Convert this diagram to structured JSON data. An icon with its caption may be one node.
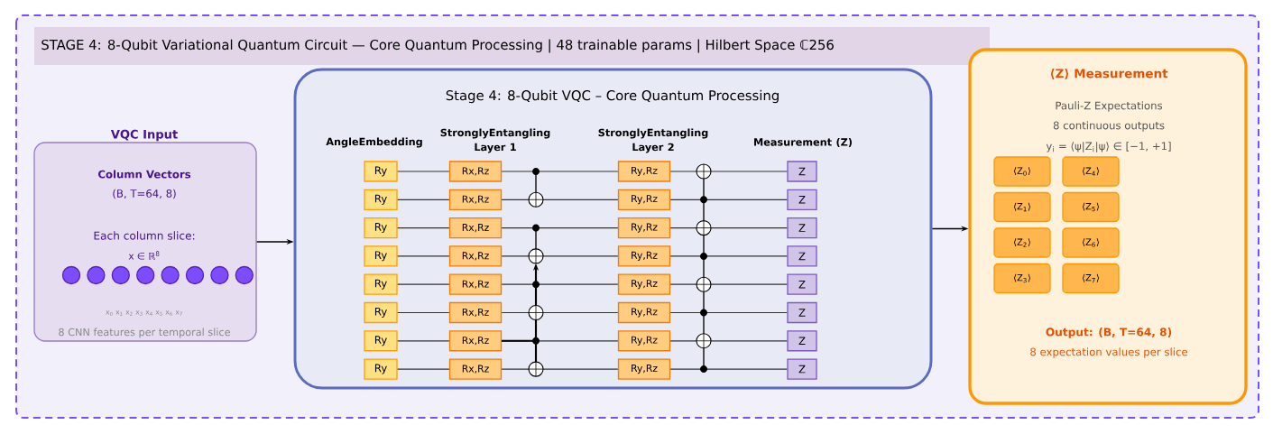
{
  "diagram": {
    "title": "STAGE 4: 8-Qubit Variational Quantum Circuit — Core Quantum Processing | 48 trainable params | Hilbert Space ℂ256",
    "nodes": [
      {
        "text": [
          "VQC Input",
          "Column Vectors",
          "(B, T=64, 8)",
          "Each column slice:",
          "x ∈ ℝ$^{8}$",
          "x$_{0}$ x$_{1}$ x$_{2}$ x$_{3}$ x$_{4}$ x$_{5}$ x$_{6}$ x$_{7}$",
          "8 CNN features per temporal slice"
        ]
      },
      {
        "text": [],
        "shape": "circle",
        "in": 0
      },
      {
        "text": [],
        "shape": "circle",
        "in": 0
      },
      {
        "text": [],
        "shape": "circle",
        "in": 0
      },
      {
        "text": [],
        "shape": "circle",
        "in": 0
      },
      {
        "text": [],
        "shape": "circle",
        "in": 0
      },
      {
        "text": [],
        "shape": "circle",
        "in": 0
      },
      {
        "text": [],
        "shape": "circle",
        "in": 0
      },
      {
        "text": [],
        "shape": "circle",
        "in": 0
      },
      {
        "text": [
          "Stage 4: 8-Qubit VQC – Core Quantum Processing"
        ]
      },
      {
        "text": [
          "Ry"
        ],
        "in": 9
      },
      {
        "text": [
          "Ry"
        ],
        "in": 9
      },
      {
        "text": [
          "Ry"
        ],
        "in": 9
      },
      {
        "text": [
          "Ry"
        ],
        "in": 9
      },
      {
        "text": [
          "Ry"
        ],
        "in": 9
      },
      {
        "text": [
          "Ry"
        ],
        "in": 9
      },
      {
        "text": [
          "Ry"
        ],
        "in": 9
      },
      {
        "text": [
          "Ry"
        ],
        "in": 9
      },
      {
        "text": [
          "Rx,Rz"
        ],
        "in": 9
      },
      {
        "text": [
          "Rx,Rz"
        ],
        "in": 9
      },
      {
        "text": [
          "Rx,Rz"
        ],
        "in": 9
      },
      {
        "text": [
          "Rx,Rz"
        ],
        "in": 9
      },
      {
        "text": [
          "Rx,Rz"
        ],
        "in": 9
      },
      {
        "text": [
          "Rx,Rz"
        ],
        "in": 9
      },
      {
        "text": [
          "Rx,Rz"
        ],
        "in": 9
      },
      {
        "text": [
          "Rx,Rz"
        ],
        "in": 9
      },
      {
        "text": [
          "Ry,Rz"
        ],
        "in": 9
      },
      {
        "text": [
          "Ry,Rz"
        ],
        "in": 9
      },
      {
        "text": [
          "Ry,Rz"
        ],
        "in": 9
      },
      {
        "text": [
          "Ry,Rz"
        ],
        "in": 9
      },
      {
        "text": [
          "Ry,Rz"
        ],
        "in": 9
      },
      {
        "text": [
          "Ry,Rz"
        ],
        "in": 9
      },
      {
        "text": [
          "Ry,Rz"
        ],
        "in": 9
      },
      {
        "text": [
          "Ry,Rz"
        ],
        "in": 9
      },
      {
        "text": [
          "Z"
        ],
        "in": 9
      },
      {
        "text": [
          "Z"
        ],
        "in": 9
      },
      {
        "text": [
          "Z"
        ],
        "in": 9
      },
      {
        "text": [
          "Z"
        ],
        "in": 9
      },
      {
        "text": [
          "Z"
        ],
        "in": 9
      },
      {
        "text": [
          "Z"
        ],
        "in": 9
      },
      {
        "text": [
          "Z"
        ],
        "in": 9
      },
      {
        "text": [
          "Z"
        ],
        "in": 9
      },
      {
        "text": [
          "⟨Z⟩ Measurement",
          "Pauli-Z Expectations",
          "8 continuous outputs",
          "y$_{i}$ = ⟨ψ|Z$_{i}$|ψ⟩ ∈ [−1, +1]",
          "Output: (B, T=64, 8)",
          "8 expectation values per slice"
        ]
      },
      {
        "text": [
          "⟨Z$_{0}$⟩"
        ],
        "in": 42
      },
      {
        "text": [
          "⟨Z$_{4}$⟩"
        ],
        "in": 42
      },
      {
        "text": [
          "⟨Z$_{1}$⟩"
        ],
        "in": 42
      },
      {
        "text": [
          "⟨Z$_{5}$⟩"
        ],
        "in": 42
      },
      {
        "text": [
          "⟨Z$_{2}$⟩"
        ],
        "in": 42
      },
      {
        "text": [
          "⟨Z$_{6}$⟩"
        ],
        "in": 42
      },
      {
        "text": [
          "⟨Z$_{3}$⟩"
        ],
        "in": 42
      },
      {
        "text": [
          "⟨Z$_{7}$⟩"
        ],
        "in": 42
      }
    ],
    "edges": [
      {
        "from": 0,
        "to": 9,
        "arrow": "to"
      },
      {
        "from": 9,
        "to": 42,
        "arrow": "to"
      },
      {
        "from": 10,
        "to": 18,
        "arrow": "none"
      },
      {
        "from": 11,
        "to": 19,
        "arrow": "none"
      },
      {
        "from": 12,
        "to": 20,
        "arrow": "none"
      },
      {
        "from": 13,
        "to": 21,
        "arrow": "none"
      },
      {
        "from": 14,
        "to": 22,
        "arrow": "none"
      },
      {
        "from": 15,
        "to": 23,
        "arrow": "none"
      },
      {
        "from": 16,
        "to": 24,
        "arrow": "none"
      },
      {
        "from": 17,
        "to": 25,
        "arrow": "none"
      },
      {
        "from": 18,
        "to": 26,
        "arrow": "none"
      },
      {
        "from": 19,
        "to": 27,
        "arrow": "none"
      },
      {
        "from": 20,
        "to": 28,
        "arrow": "none"
      },
      {
        "from": 21,
        "to": 29,
        "arrow": "none"
      },
      {
        "from": 22,
        "to": 30,
        "arrow": "none"
      },
      {
        "from": 23,
        "to": 31,
        "arrow": "none"
      },
      {
        "from": 24,
        "to": 32,
        "arrow": "none"
      },
      {
        "from": 25,
        "to": 33,
        "arrow": "none"
      },
      {
        "from": 26,
        "to": 34,
        "arrow": "none"
      },
      {
        "from": 27,
        "to": 35,
        "arrow": "none"
      },
      {
        "from": 28,
        "to": 36,
        "arrow": "none"
      },
      {
        "from": 29,
        "to": 37,
        "arrow": "none"
      },
      {
        "from": 30,
        "to": 38,
        "arrow": "none"
      },
      {
        "from": 31,
        "to": 39,
        "arrow": "none"
      },
      {
        "from": 32,
        "to": 40,
        "arrow": "none"
      },
      {
        "from": 33,
        "to": 41,
        "arrow": "none"
      }
    ],
    "labels": [
      "AngleEmbedding",
      "StronglyEntangling Layer 1",
      "StronglyEntangling Layer 2",
      "Measurement (Z)"
    ]
  }
}
